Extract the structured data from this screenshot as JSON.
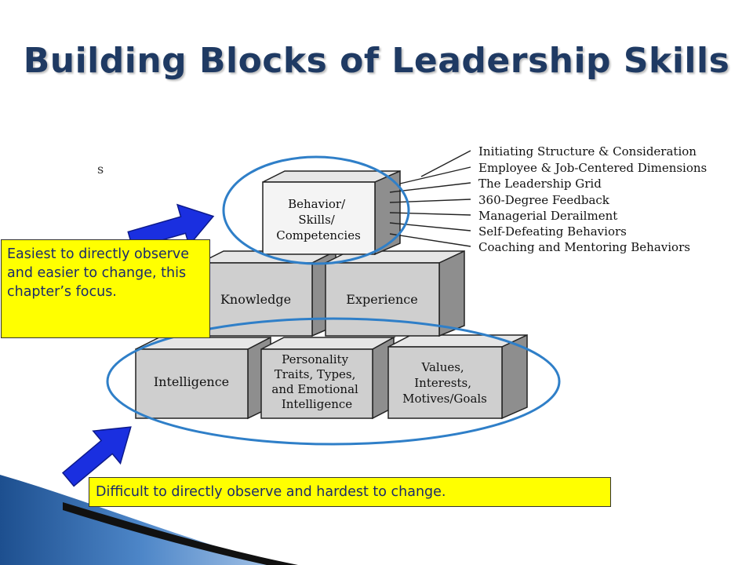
{
  "title": "Building Blocks of Leadership Skills",
  "stray_text": "s",
  "blocks": {
    "top": [
      "Behavior/",
      "Skills/",
      "Competencies"
    ],
    "middle_left": [
      "Knowledge"
    ],
    "middle_right": [
      "Experience"
    ],
    "bottom_left": [
      "Intelligence"
    ],
    "bottom_middle": [
      "Personality",
      "Traits, Types,",
      "and Emotional",
      "Intelligence"
    ],
    "bottom_right": [
      "Values,",
      "Interests,",
      "Motives/Goals"
    ]
  },
  "behavior_list": [
    "Initiating Structure & Consideration",
    "Employee & Job-Centered Dimensions",
    "The Leadership Grid",
    "360-Degree Feedback",
    "Managerial Derailment",
    "Self-Defeating Behaviors",
    "Coaching and Mentoring Behaviors"
  ],
  "callouts": {
    "top": "Easiest to directly observe and easier to change, this chapter’s focus.",
    "bottom": "Difficult to directly observe and hardest to change."
  },
  "colors": {
    "title": "#1f3a63",
    "callout_bg": "#ffff00",
    "callout_text": "#1a2a6c",
    "arrow": "#1a2fe0",
    "ellipse": "#2f7fc8",
    "block_face": "#cfcfcf",
    "block_side": "#8e8e8e",
    "block_top": "#e6e6e6"
  }
}
